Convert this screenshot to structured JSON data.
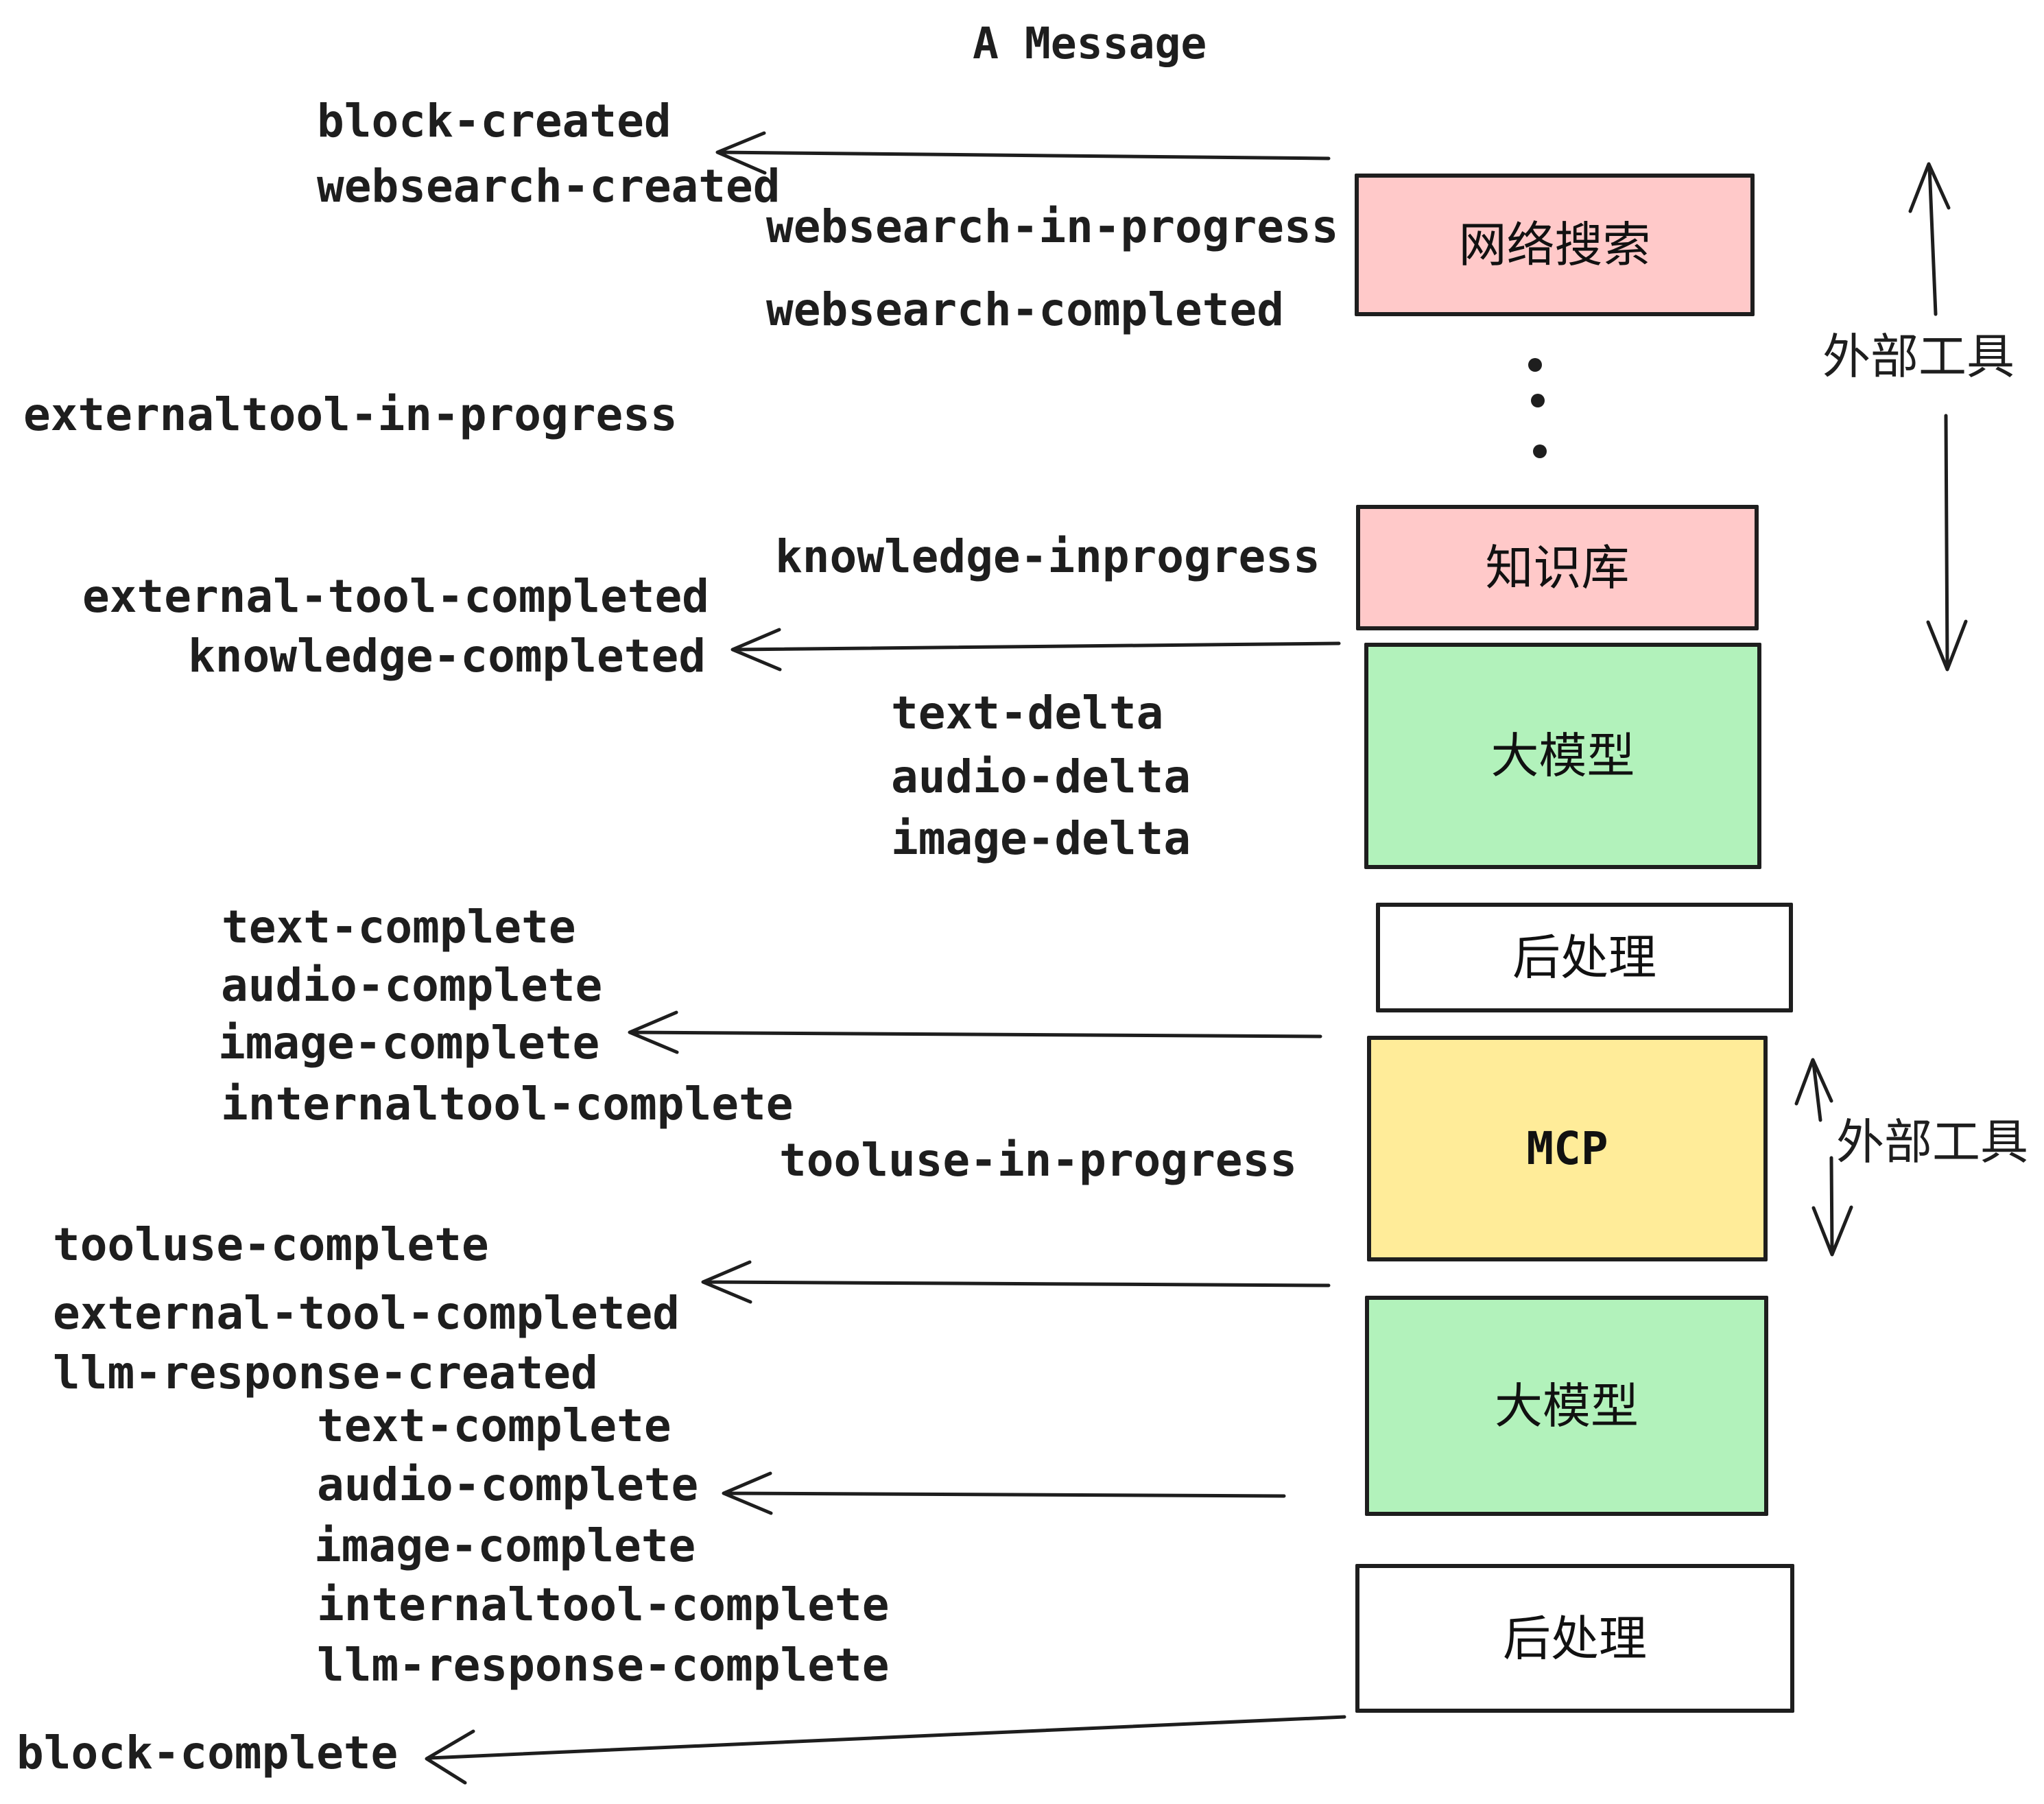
{
  "title": "A Message",
  "events": {
    "block_created": "block-created",
    "websearch_created": "websearch-created",
    "websearch_in_progress": "websearch-in-progress",
    "websearch_completed": "websearch-completed",
    "externaltool_in_progress": "externaltool-in-progress",
    "knowledge_inprogress": "knowledge-inprogress",
    "external_tool_completed_1": "external-tool-completed",
    "knowledge_completed": "knowledge-completed",
    "text_delta_1": "text-delta",
    "audio_delta_1": "audio-delta",
    "image_delta_1": "image-delta",
    "text_complete_1": "text-complete",
    "audio_complete_1": "audio-complete",
    "image_complete_1": "image-complete",
    "internaltool_complete_1": "internaltool-complete",
    "tooluse_in_progress": "tooluse-in-progress",
    "tooluse_complete": "tooluse-complete",
    "external_tool_completed_2": "external-tool-completed",
    "llm_response_created": "llm-response-created",
    "text_complete_2": "text-complete",
    "audio_complete_2": "audio-complete",
    "image_complete_2": "image-complete",
    "internaltool_complete_2": "internaltool-complete",
    "llm_response_complete": "llm-response-complete",
    "block_complete": "block-complete"
  },
  "boxes": [
    {
      "label": "网络搜索",
      "color": "#ffc9c9"
    },
    {
      "label": "知识库",
      "color": "#ffc9c9"
    },
    {
      "label": "大模型",
      "color": "#b2f2bb"
    },
    {
      "label": "后处理",
      "color": "#ffffff"
    },
    {
      "label": "MCP",
      "color": "#ffec99"
    },
    {
      "label": "大模型",
      "color": "#b2f2bb"
    },
    {
      "label": "后处理",
      "color": "#ffffff"
    }
  ],
  "annotations": {
    "external_tools_1": "外部工具",
    "external_tools_2": "外部工具"
  },
  "colors": {
    "stroke": "#1e1e1e",
    "text": "#1e1e1e",
    "box_pink": "#ffc9c9",
    "box_green": "#b2f2bb",
    "box_yellow": "#ffec99",
    "box_white": "#ffffff",
    "background": "#ffffff"
  }
}
